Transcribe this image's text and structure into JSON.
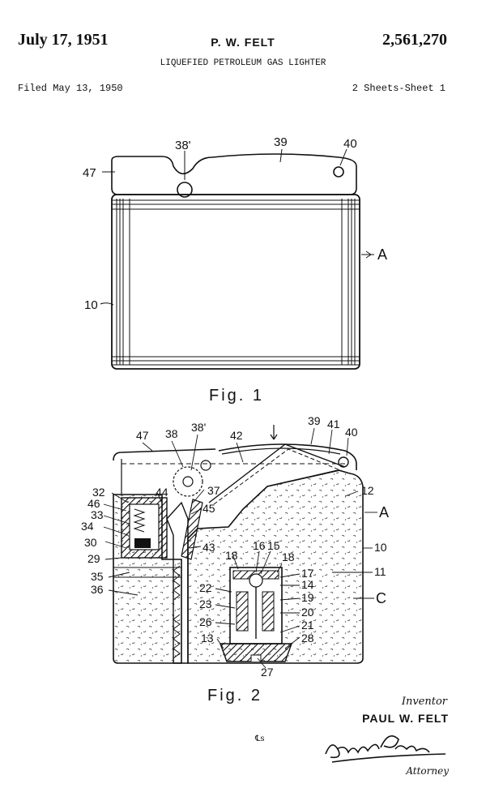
{
  "header": {
    "date": "July 17, 1951",
    "inventor_header": "P. W. FELT",
    "patent_number": "2,561,270",
    "title": "LIQUEFIED PETROLEUM GAS LIGHTER",
    "filed": "Filed May 13, 1950",
    "sheets": "2 Sheets-Sheet 1"
  },
  "fig1": {
    "caption": "Fig. 1",
    "labels": {
      "l38p": "38'",
      "l39": "39",
      "l40": "40",
      "l47": "47",
      "lA": "A",
      "l10": "10"
    }
  },
  "fig2": {
    "caption": "Fig. 2",
    "labels": {
      "l47": "47",
      "l38": "38",
      "l38p": "38'",
      "l42": "42",
      "l39": "39",
      "l41": "41",
      "l40": "40",
      "l32": "32",
      "l44": "44",
      "l37": "37",
      "l12": "12",
      "l46": "46",
      "l45": "45",
      "l33": "33",
      "lA": "A",
      "l34": "34",
      "l43": "43",
      "l30": "30",
      "l10": "10",
      "l16": "16",
      "l15": "15",
      "l29": "29",
      "l18a": "18",
      "l18b": "18",
      "l11": "11",
      "l35": "35",
      "l17": "17",
      "l36": "36",
      "l22": "22",
      "l14": "14",
      "lC": "C",
      "l19": "19",
      "l23": "23",
      "l20": "20",
      "l26": "26",
      "l21": "21",
      "l13": "13",
      "l28": "28",
      "l27": "27"
    }
  },
  "footer": {
    "inventor_label": "Inventor",
    "inventor_name": "PAUL W. FELT",
    "mark": "℄s",
    "attorney_label": "Attorney"
  }
}
